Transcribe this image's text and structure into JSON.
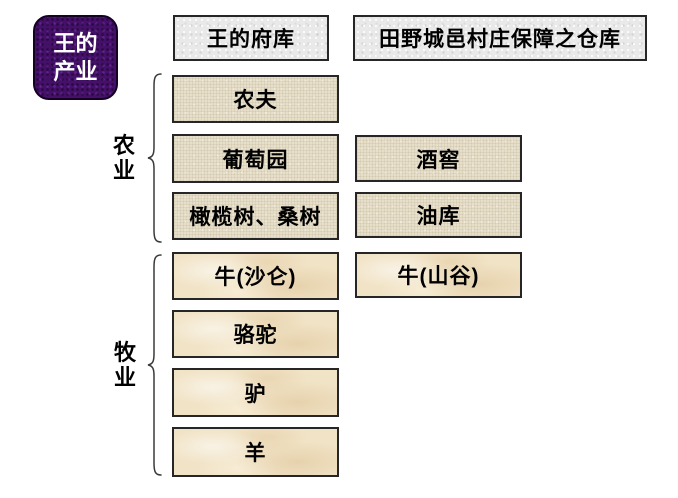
{
  "diagram": {
    "title": "王的产业",
    "headers": {
      "treasury": "王的府库",
      "storehouses": "田野城邑村庄保障之仓库"
    },
    "agriculture": {
      "label": "农业",
      "left": [
        "农夫",
        "葡萄园",
        "橄榄树、桑树"
      ],
      "right": [
        "酒窖",
        "油库"
      ]
    },
    "husbandry": {
      "label": "牧业",
      "left": [
        "牛(沙仑)",
        "骆驼",
        "驴",
        "羊"
      ],
      "right": [
        "牛(山谷)"
      ]
    },
    "colors": {
      "title_bg": "#451069",
      "title_text": "#ffffff",
      "header_bg": "#e9e9e9",
      "agriculture_bg": "#e7dfca",
      "husbandry_bg": "#f1e3c6",
      "box_border": "#262626",
      "brace_stroke": "#3a3a3a"
    }
  }
}
